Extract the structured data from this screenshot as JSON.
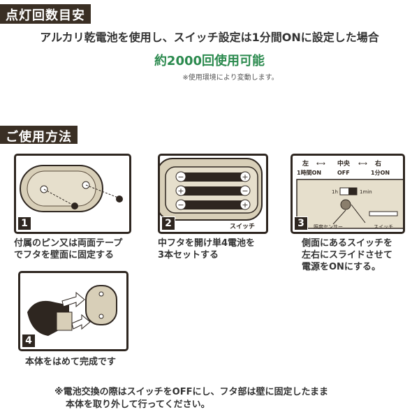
{
  "header": {
    "count_label": "点灯回数目安",
    "headline": "アルカリ乾電池を使用し、スイッチ設定は1分間ONに設定した場合",
    "usage_count": "約2000回使用可能",
    "usage_note": "※使用環境により変動します。"
  },
  "usage": {
    "label": "ご使用方法",
    "steps": [
      {
        "number": "1",
        "caption": [
          "付属のピン又は両面テープ",
          "でフタを壁面に固定する"
        ]
      },
      {
        "number": "2",
        "caption": [
          "中フタを開け単4電池を",
          "3本セットする"
        ],
        "switch_label": "スイッチ"
      },
      {
        "number": "3",
        "caption": [
          "側面にあるスイッチを",
          "左右にスライドさせて",
          "電源をONにする。"
        ],
        "switch_diagram": {
          "left": "左",
          "center": "中央",
          "right": "右",
          "left_value": "1時間ON",
          "center_value": "OFF",
          "right_value": "1分ON",
          "setting_1h": "1h",
          "setting_1min": "1min",
          "sensor_label": "照度センサー",
          "switch_label": "スイッチ"
        }
      },
      {
        "number": "4",
        "caption": [
          "本体をはめて完成です"
        ]
      }
    ]
  },
  "footnote": [
    "※電池交換の際はスイッチをOFFにし、フタ部は壁に固定したまま",
    "本体を取り外して行ってください。"
  ]
}
